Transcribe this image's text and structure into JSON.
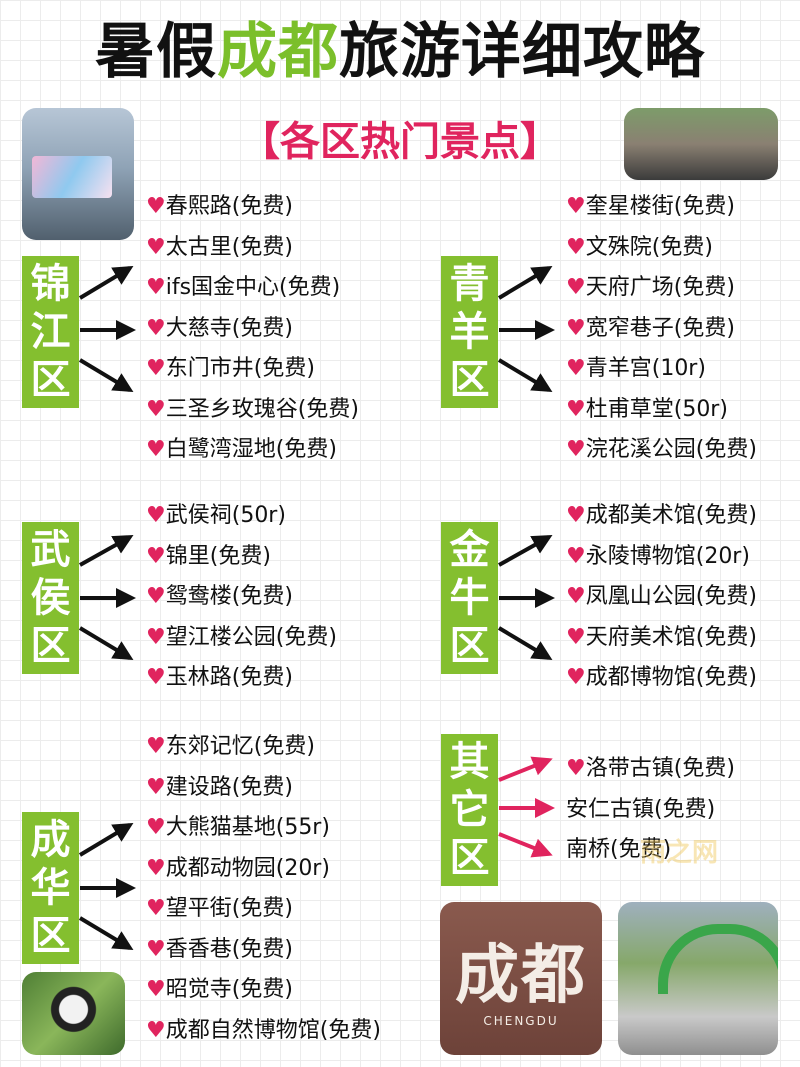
{
  "title": {
    "part1": "暑假",
    "highlight": "成都",
    "part2": "旅游详细攻略"
  },
  "subtitle": "【各区热门景点】",
  "colors": {
    "accent_green": "#84bf2f",
    "heart_red": "#e0245e",
    "arrow_black": "#111111",
    "arrow_red": "#e0245e"
  },
  "icons": {
    "heart": "heart-icon",
    "arrow": "arrow-icon"
  },
  "districts": {
    "jinjiang": {
      "chars": [
        "锦",
        "江",
        "区"
      ],
      "items": [
        "春熙路(免费)",
        "太古里(免费)",
        "ifs国金中心(免费)",
        "大慈寺(免费)",
        "东门市井(免费)",
        "三圣乡玫瑰谷(免费)",
        "白鹭湾湿地(免费)"
      ]
    },
    "qingyang": {
      "chars": [
        "青",
        "羊",
        "区"
      ],
      "items": [
        "奎星楼街(免费)",
        "文殊院(免费)",
        "天府广场(免费)",
        "宽窄巷子(免费)",
        "青羊宫(10r)",
        "杜甫草堂(50r)",
        "浣花溪公园(免费)"
      ]
    },
    "wuhou": {
      "chars": [
        "武",
        "侯",
        "区"
      ],
      "items": [
        "武侯祠(50r)",
        "锦里(免费)",
        "鸳鸯楼(免费)",
        "望江楼公园(免费)",
        "玉林路(免费)"
      ]
    },
    "jinniu": {
      "chars": [
        "金",
        "牛",
        "区"
      ],
      "items": [
        "成都美术馆(免费)",
        "永陵博物馆(20r)",
        "凤凰山公园(免费)",
        "天府美术馆(免费)",
        "成都博物馆(免费)"
      ]
    },
    "chenghua": {
      "chars": [
        "成",
        "华",
        "区"
      ],
      "items": [
        "东郊记忆(免费)",
        "建设路(免费)",
        "大熊猫基地(55r)",
        "成都动物园(20r)",
        "望平街(免费)",
        "香香巷(免费)",
        "昭觉寺(免费)",
        "成都自然博物馆(免费)"
      ]
    },
    "other": {
      "chars": [
        "其",
        "它",
        "区"
      ],
      "items": [
        "洛带古镇(免费)",
        "安仁古镇(免费)",
        "南桥(免费)"
      ],
      "hearted": [
        true,
        false,
        false
      ]
    }
  },
  "photo_text": {
    "sign_big": "成都",
    "sign_small": "CHENGDU"
  },
  "watermark": "雨之网"
}
